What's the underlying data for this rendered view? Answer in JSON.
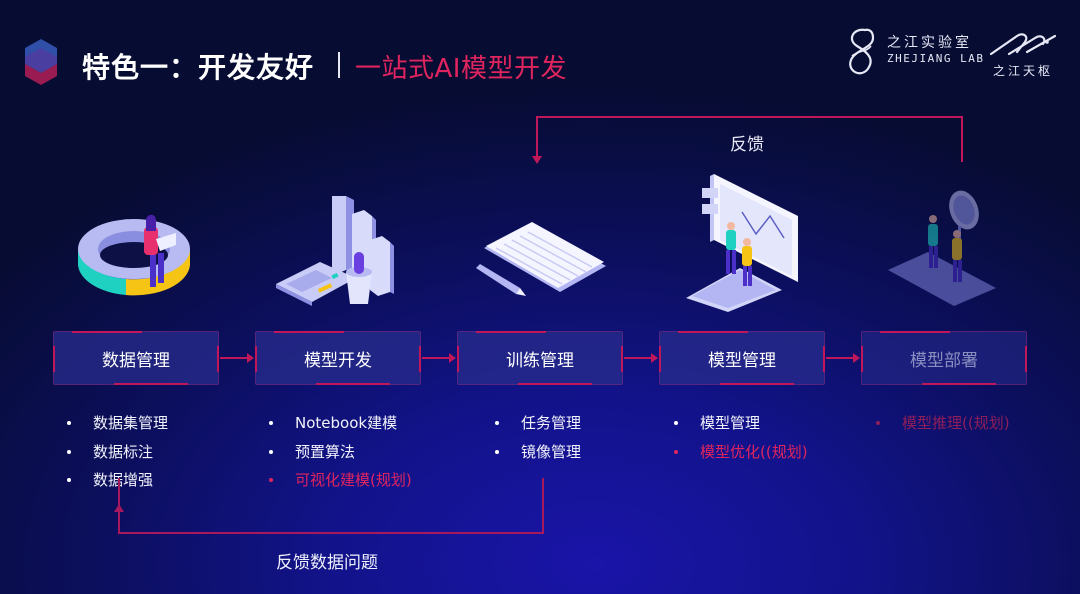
{
  "header": {
    "title": "特色一：开发友好",
    "subtitle": "一站式AI模型开发",
    "logo_icon": "hexagon-logo-icon"
  },
  "brands": {
    "lab_cn": "之江实验室",
    "lab_en": "ZHEJIANG LAB",
    "tianshu_cn": "之江天枢"
  },
  "feedback_top": {
    "label": "反馈"
  },
  "feedback_bottom": {
    "label": "反馈数据问题"
  },
  "colors": {
    "accent": "#e0245e",
    "connector": "#c0175a",
    "step_bg": "#282c8c",
    "background_center": "#1a14a8",
    "background_edge": "#070c33"
  },
  "steps": [
    {
      "label": "数据管理",
      "illustration": "donut-chart-person-icon",
      "items": [
        {
          "text": "数据集管理",
          "planned": false
        },
        {
          "text": "数据标注",
          "planned": false
        },
        {
          "text": "数据增强",
          "planned": false
        }
      ]
    },
    {
      "label": "模型开发",
      "illustration": "calculator-bars-icon",
      "items": [
        {
          "text": "Notebook建模",
          "planned": false
        },
        {
          "text": "预置算法",
          "planned": false
        },
        {
          "text": "可视化建模(规划)",
          "planned": true
        }
      ]
    },
    {
      "label": "训练管理",
      "illustration": "document-pen-icon",
      "items": [
        {
          "text": "任务管理",
          "planned": false
        },
        {
          "text": "镜像管理",
          "planned": false
        }
      ]
    },
    {
      "label": "模型管理",
      "illustration": "monitor-chart-people-icon",
      "items": [
        {
          "text": "模型管理",
          "planned": false
        },
        {
          "text": "模型优化((规划)",
          "planned": true
        }
      ]
    },
    {
      "label": "模型部署",
      "disabled": true,
      "illustration": "magnifier-people-icon",
      "items": [
        {
          "text": "模型推理((规划)",
          "planned": true
        }
      ]
    }
  ]
}
